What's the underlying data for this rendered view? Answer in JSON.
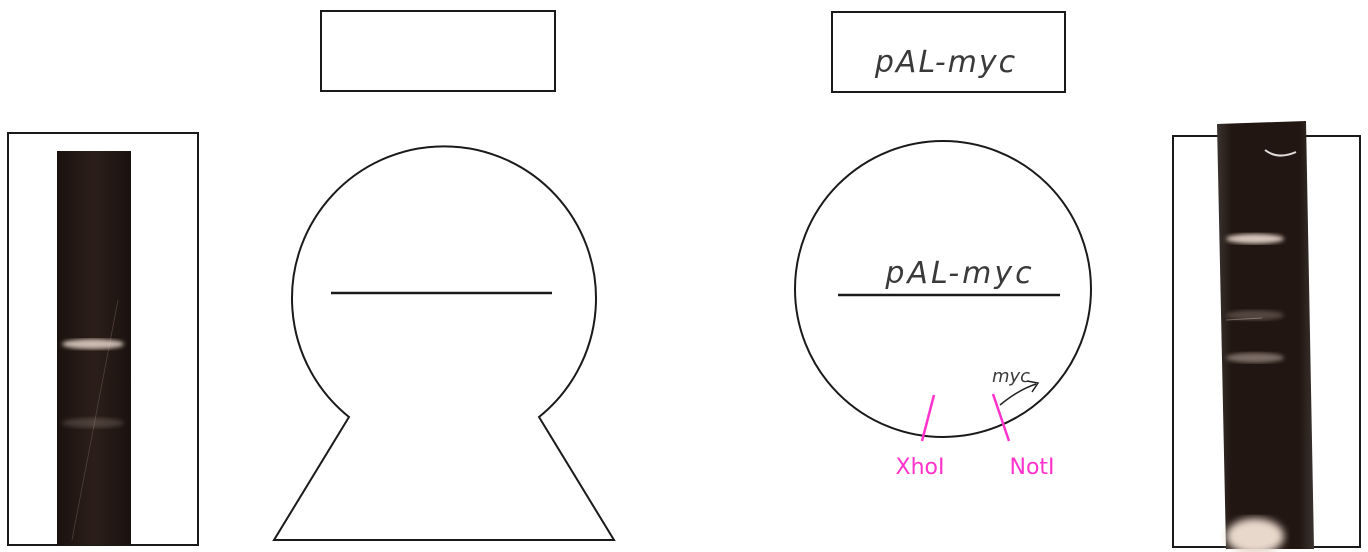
{
  "left_panel": {
    "label_box_text": "",
    "line_label": "",
    "gel_bands": [
      {
        "position": 0.49,
        "intensity": 0.85
      },
      {
        "position": 0.69,
        "intensity": 0.18
      }
    ]
  },
  "right_panel": {
    "label_box_text": "pAL-myc",
    "plasmid_label": "pAL-myc",
    "insert_label": "myc",
    "sites": [
      {
        "name": "XhoI"
      },
      {
        "name": "NotI"
      }
    ],
    "gel_bands": [
      {
        "position": 0.27,
        "intensity": 0.9
      },
      {
        "position": 0.45,
        "intensity": 0.25
      },
      {
        "position": 0.55,
        "intensity": 0.45
      },
      {
        "position": 0.97,
        "intensity": 1.0
      }
    ]
  },
  "colors": {
    "line": "#1a1a1a",
    "handwriting": "#3a3a3a",
    "site_marker": "#ff33cc",
    "gel_dark": "#241814",
    "band": "#e8d8cc"
  }
}
